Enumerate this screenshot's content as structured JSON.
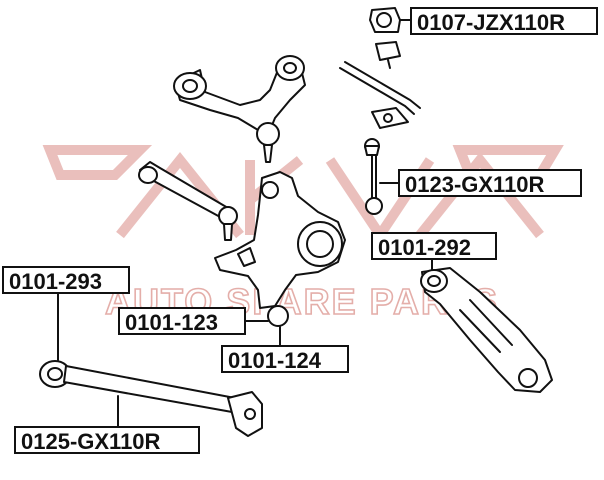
{
  "watermark": {
    "brand": "ASVA",
    "tagline": "AUTO SPARE PARTS",
    "color": "#d98c86"
  },
  "labels": {
    "part_0107": "0107-JZX110R",
    "part_0123": "0123-GX110R",
    "part_0101_292": "0101-292",
    "part_0101_293": "0101-293",
    "part_0101_123": "0101-123",
    "part_0101_124": "0101-124",
    "part_0125": "0125-GX110R"
  },
  "colors": {
    "line": "#111111",
    "callout_border": "#111111",
    "background": "#ffffff"
  }
}
